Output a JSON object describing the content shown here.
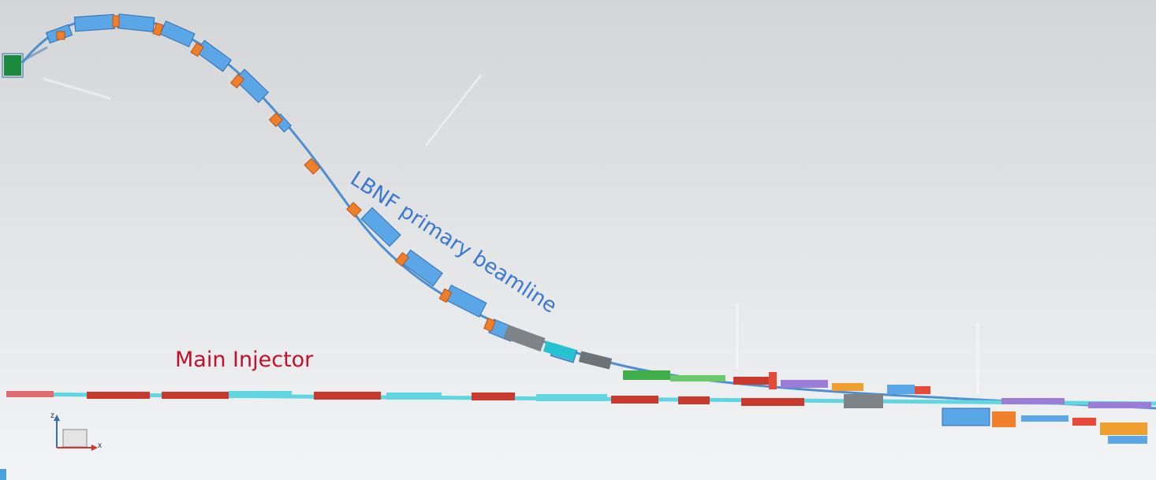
{
  "labels": {
    "primary_beamline": "LBNF primary beamline",
    "main_injector": "Main Injector"
  },
  "axis_triad": {
    "z": "z",
    "x": "x"
  },
  "colors": {
    "beamline_magnet": "#5aa6e6",
    "beamline_orange": "#f07f2b",
    "main_injector_red": "#c8392e",
    "main_injector_cyan": "#5fd6e0",
    "label_blue": "#3a78d0",
    "label_red": "#c0102a"
  }
}
